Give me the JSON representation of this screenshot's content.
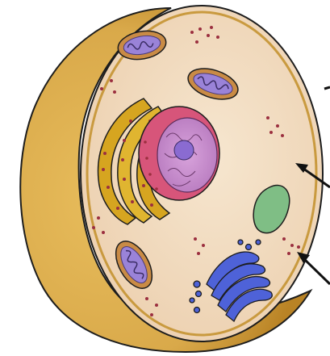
{
  "diagram": {
    "subject": "animal-cell-cross-section",
    "colors": {
      "outer_shell": "#d9a94a",
      "outer_shell_shadow": "#b98325",
      "cytoplasm": "#f1dcc1",
      "membrane": "#c99a3f",
      "nucleus_envelope": "#d7557a",
      "nucleus_inner": "#c98ac9",
      "nucleolus": "#8a6bd1",
      "er_fill": "#d6a520",
      "mitochondria_outer": "#c98b45",
      "mitochondria_inner": "#9a83d8",
      "vacuole": "#7fbe85",
      "golgi": "#4e62d8",
      "ribosome_dots": "#9b2f3f",
      "pointer_arrows": "#111111"
    },
    "pointers": [
      {
        "name": "pointer-arrow-cytoplasm",
        "target": "cytoplasm"
      },
      {
        "name": "pointer-arrow-ribosomes",
        "target": "ribosomes"
      },
      {
        "name": "pointer-arrow-membrane",
        "target": "cell-membrane"
      }
    ]
  }
}
